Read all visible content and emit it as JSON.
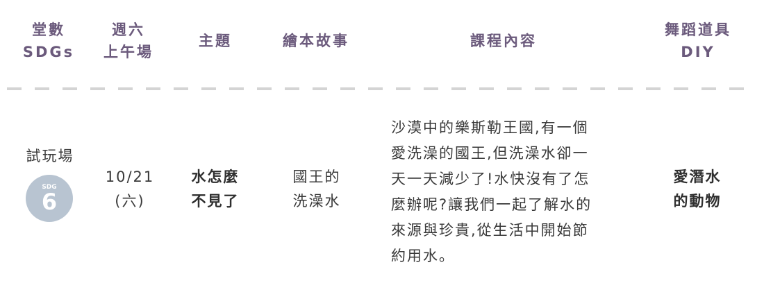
{
  "header": {
    "col_sdgs": [
      "堂數",
      "SDGs"
    ],
    "col_time": [
      "週六",
      "上午場"
    ],
    "col_theme": "主題",
    "col_book": "繪本故事",
    "col_content": "課程內容",
    "col_diy": [
      "舞蹈道具",
      "DIY"
    ]
  },
  "row": {
    "session": "試玩場",
    "badge_label": "SDG",
    "badge_number": "6",
    "date": "10/21",
    "weekday": "(六)",
    "theme": [
      "水怎麼",
      "不見了"
    ],
    "book": [
      "國王的",
      "洗澡水"
    ],
    "content": [
      "沙漠中的樂斯勒王國,有一個",
      "愛洗澡的國王,但洗澡水卻一",
      "天一天減少了!水快沒有了怎",
      "麼辦呢?讓我們一起了解水的",
      "來源與珍貴,從生活中開始節",
      "約用水。"
    ],
    "diy": [
      "愛潛水",
      "的動物"
    ]
  },
  "colors": {
    "header_text": "#6b5a7c",
    "badge_bg": "#b8c4d1",
    "divider": "#d4d4d4"
  }
}
